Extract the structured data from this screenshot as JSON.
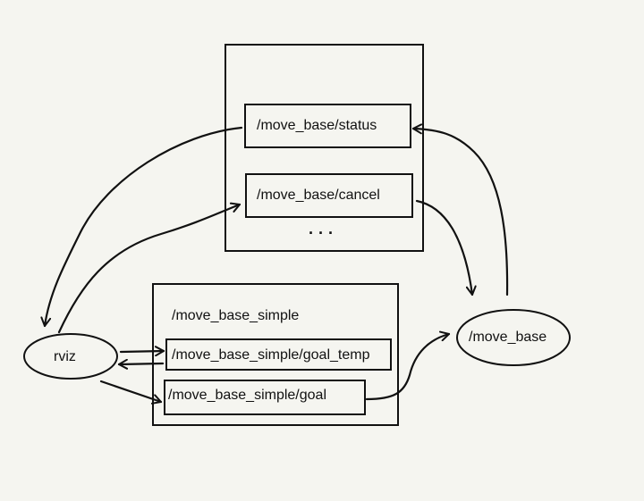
{
  "topics": {
    "status": "/move_base/status",
    "cancel": "/move_base/cancel",
    "ellipsis": "· · ·"
  },
  "simple_group": {
    "title": "/move_base_simple",
    "goal_temp": "/move_base_simple/goal_temp",
    "goal": "/move_base_simple/goal"
  },
  "nodes": {
    "rviz": "rviz",
    "move_base": "/move_base"
  },
  "colors": {
    "background": "#f5f5f0",
    "ink": "#111111"
  }
}
